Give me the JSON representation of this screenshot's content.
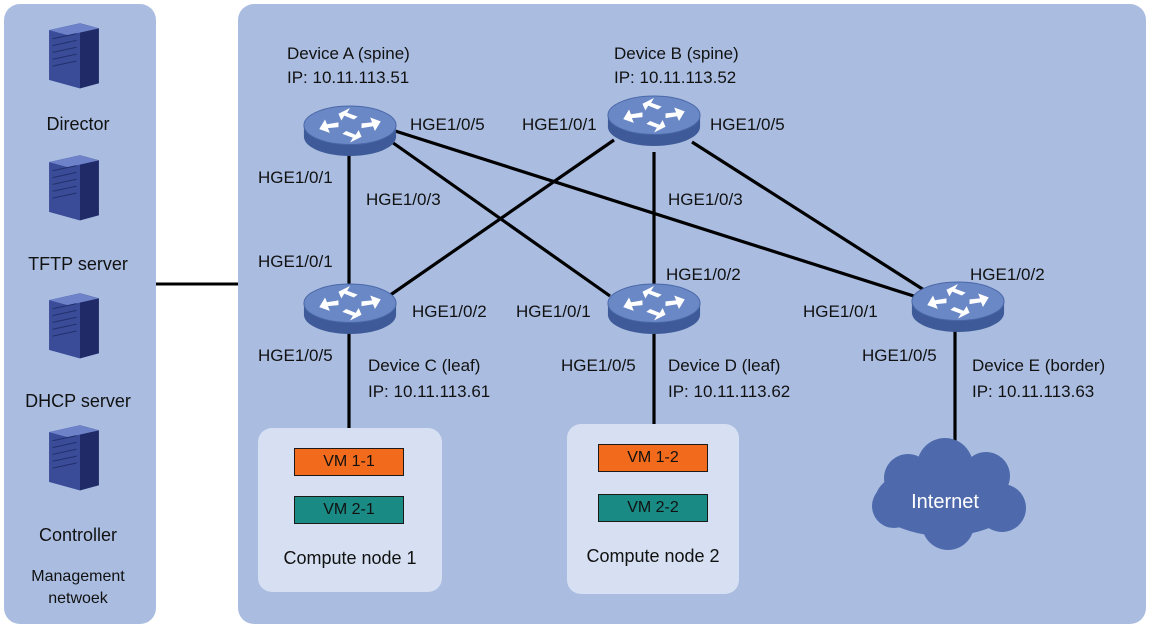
{
  "management_panel": {
    "servers": [
      {
        "name": "Director"
      },
      {
        "name": "TFTP server"
      },
      {
        "name": "DHCP server"
      },
      {
        "name": "Controller"
      }
    ],
    "label_line1": "Management",
    "label_line2": "netwoek"
  },
  "devices": {
    "a": {
      "name": "Device A (spine)",
      "ip": "IP: 10.11.113.51"
    },
    "b": {
      "name": "Device B (spine)",
      "ip": "IP: 10.11.113.52"
    },
    "c": {
      "name": "Device C (leaf)",
      "ip": "IP: 10.11.113.61"
    },
    "d": {
      "name": "Device D (leaf)",
      "ip": "IP: 10.11.113.62"
    },
    "e": {
      "name": "Device E (border)",
      "ip": "IP: 10.11.113.63"
    }
  },
  "ports": {
    "a_p5": "HGE1/0/5",
    "a_p1": "HGE1/0/1",
    "a_p3": "HGE1/0/3",
    "b_p1": "HGE1/0/1",
    "b_p5": "HGE1/0/5",
    "b_p3": "HGE1/0/3",
    "c_p1": "HGE1/0/1",
    "c_p2": "HGE1/0/2",
    "c_p5": "HGE1/0/5",
    "d_p2": "HGE1/0/2",
    "d_p1": "HGE1/0/1",
    "d_p5": "HGE1/0/5",
    "e_p2": "HGE1/0/2",
    "e_p1": "HGE1/0/1",
    "e_p5": "HGE1/0/5"
  },
  "compute_nodes": [
    {
      "name": "Compute node 1",
      "vms": [
        "VM 1-1",
        "VM 2-1"
      ]
    },
    {
      "name": "Compute node 2",
      "vms": [
        "VM 1-2",
        "VM 2-2"
      ]
    }
  ],
  "internet": {
    "label": "Internet"
  },
  "colors": {
    "panel": "#aabde1",
    "compute_box": "#d6e0f2",
    "vm1": "#f26b1d",
    "vm2": "#1a8a84",
    "switch_top": "#6a88c6",
    "switch_side": "#3e5a98",
    "cloud": "#4f6aac",
    "server": "#2f3e85"
  }
}
